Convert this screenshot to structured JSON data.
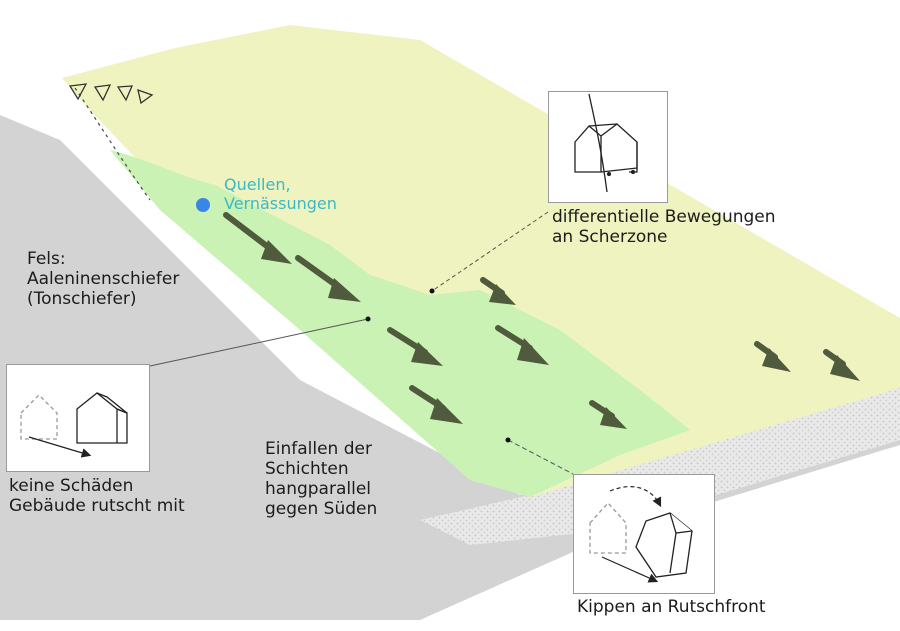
{
  "labels": {
    "spring": "Quellen,\nVernässungen",
    "rock": "Fels:\nAaleninenschiefer\n(Tonschiefer)",
    "dip": "Einfallen der\nSchichten\nhangparallel\ngegen Süden",
    "shear": "differentielle Bewegungen\nan Scherzone",
    "nodamage": "keine Schäden\nGebäude rutscht mit",
    "tilt": "Kippen an Rutschfront"
  },
  "colors": {
    "surface": "#eef3bf",
    "slide": "#c9f2b4",
    "rock_edge": "#d2d2d2",
    "rock_fill": "#e8e8e8",
    "arrow": "#505a3c",
    "spring_dot": "#3a86e8",
    "spring_text": "#3bb8c4"
  },
  "icons": [
    "house-icon",
    "movement-arrow-icon",
    "scarp-triangle-icon",
    "shear-line-icon"
  ]
}
